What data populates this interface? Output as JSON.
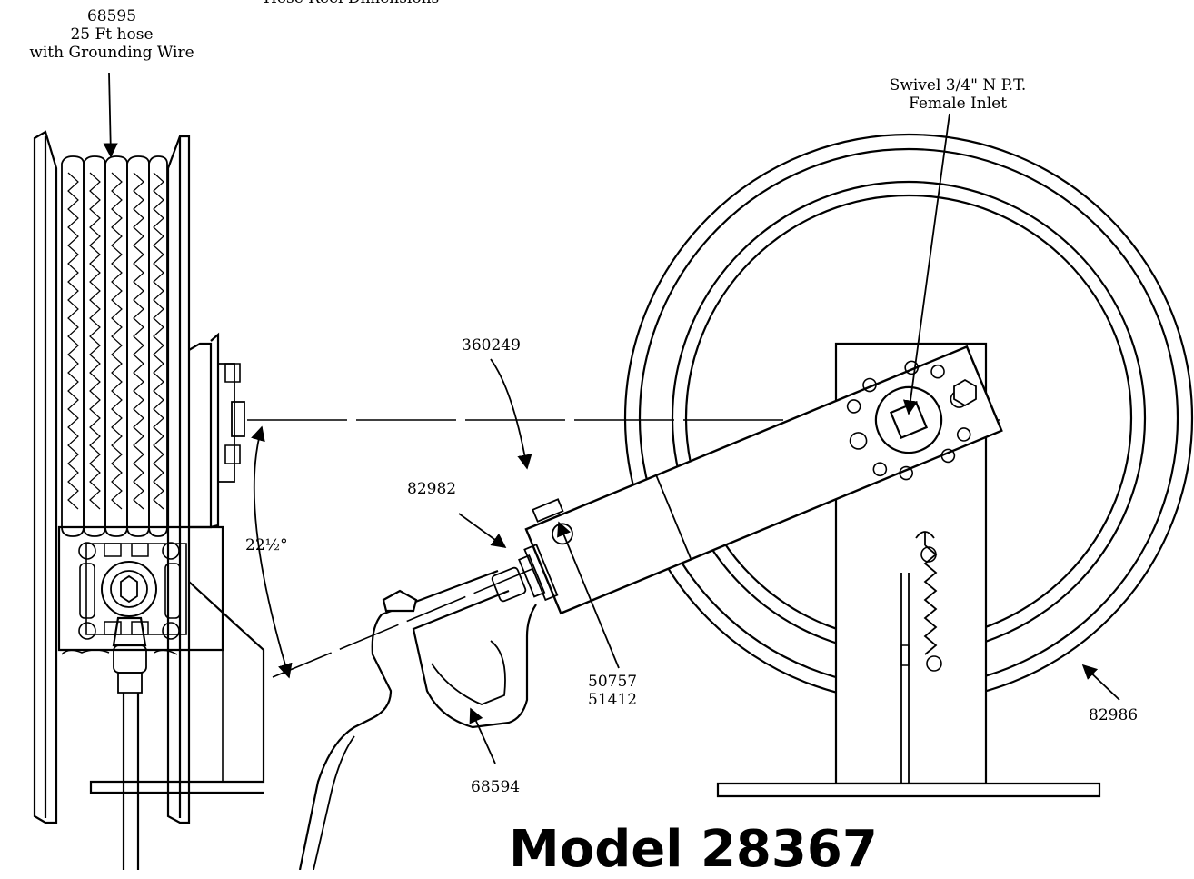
{
  "header": {
    "caption": "Hose Reel Dimensions"
  },
  "callouts": {
    "hose_part": "68595",
    "hose_desc_1": "25 Ft hose",
    "hose_desc_2": "with Grounding Wire",
    "inlet_1": "Swivel 3/4\" N P.T.",
    "inlet_2": "Female Inlet",
    "part_360249": "360249",
    "part_82982": "82982",
    "angle": "22½°",
    "part_50757": "50757",
    "part_51412": "51412",
    "part_68594": "68594",
    "part_82986": "82986"
  },
  "footer": {
    "model_title": "Model 28367"
  },
  "icons": {
    "arrow": "arrow-icon",
    "bolt": "bolt-icon"
  }
}
